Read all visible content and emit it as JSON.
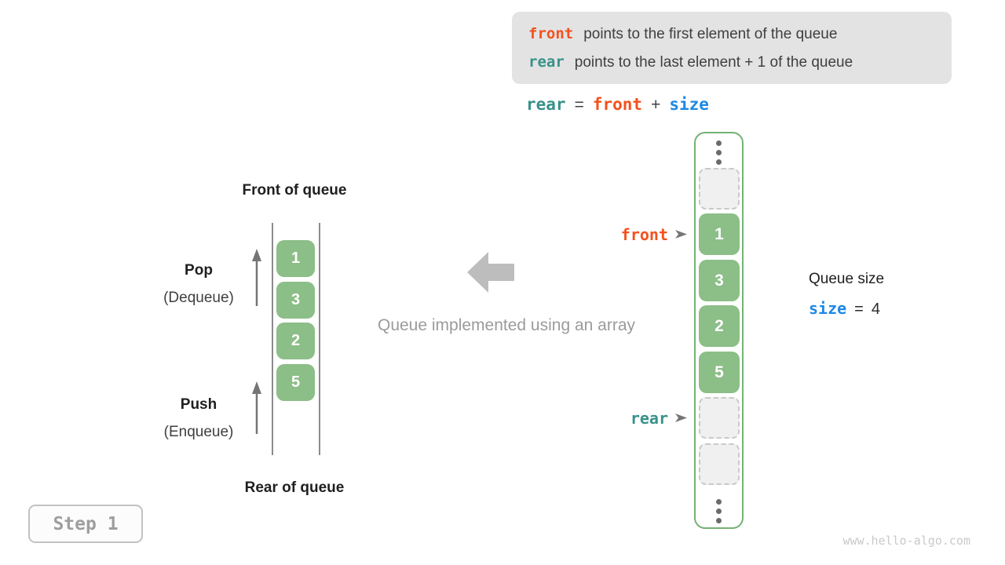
{
  "colors": {
    "orange": "#f4511e",
    "teal": "#38918a",
    "blue": "#1e88e5",
    "green_cell": "#8cbe87",
    "green_border": "#74b274",
    "info_bg": "#e3e3e3"
  },
  "info_box": {
    "rows": [
      {
        "code": "front",
        "text": "points to the first element of the queue"
      },
      {
        "code": "rear",
        "text": "points to the last element + 1 of the queue"
      }
    ]
  },
  "formula": {
    "rear": "rear",
    "eq": "=",
    "front": "front",
    "plus": "+",
    "size": "size"
  },
  "left_queue": {
    "front_label": "Front of queue",
    "rear_label": "Rear of queue",
    "pop": {
      "name": "Pop",
      "subtitle": "(Dequeue)"
    },
    "push": {
      "name": "Push",
      "subtitle": "(Enqueue)"
    },
    "values": [
      "1",
      "3",
      "2",
      "5"
    ]
  },
  "middle": {
    "caption": "Queue implemented using an array"
  },
  "right_array": {
    "cells": [
      {
        "type": "empty"
      },
      {
        "type": "value",
        "value": "1"
      },
      {
        "type": "value",
        "value": "3"
      },
      {
        "type": "value",
        "value": "2"
      },
      {
        "type": "value",
        "value": "5"
      },
      {
        "type": "empty"
      },
      {
        "type": "empty"
      }
    ],
    "front_pointer": {
      "label": "front",
      "cell_index": 1
    },
    "rear_pointer": {
      "label": "rear",
      "cell_index": 5
    }
  },
  "queue_size": {
    "label": "Queue size",
    "code": "size",
    "eq": "=",
    "value": "4"
  },
  "step_badge": "Step 1",
  "watermark": "www.hello-algo.com"
}
